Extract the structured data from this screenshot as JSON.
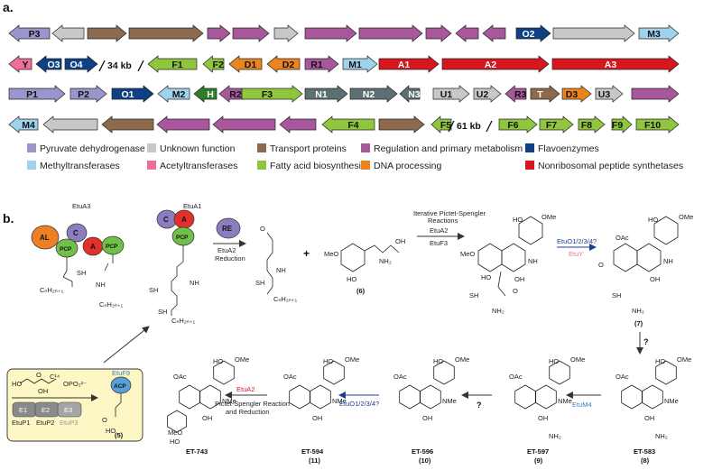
{
  "panel_a": {
    "label": "a.",
    "colors": {
      "pyruvate": "#9a95cc",
      "unknown": "#c8c8c8",
      "transport": "#8d6a4e",
      "regulation": "#a8579c",
      "flavo": "#0f3f85",
      "methyl": "#9fd2ec",
      "acetyl": "#ef6e97",
      "fatty": "#90c63e",
      "dna": "#e9841f",
      "nrps": "#d6171d",
      "teal": "#5c6f72",
      "darkgreen": "#2f7d2a"
    },
    "rows": [
      [
        {
          "label": "P3",
          "dir": "L",
          "color": "pyruvate"
        },
        {
          "label": "",
          "dir": "L",
          "color": "unknown"
        },
        {
          "label": "",
          "dir": "R",
          "color": "transport"
        },
        {
          "label": "",
          "dir": "R",
          "color": "transport"
        },
        {
          "label": "",
          "dir": "R",
          "color": "regulation"
        },
        {
          "label": "",
          "dir": "R",
          "color": "regulation"
        },
        {
          "label": "",
          "dir": "R",
          "color": "unknown"
        },
        {
          "label": "",
          "dir": "R",
          "color": "regulation"
        },
        {
          "label": "",
          "dir": "R",
          "color": "regulation"
        },
        {
          "label": "",
          "dir": "R",
          "color": "regulation"
        },
        {
          "label": "",
          "dir": "L",
          "color": "regulation"
        },
        {
          "label": "",
          "dir": "L",
          "color": "regulation"
        },
        {
          "label": "O2",
          "dir": "R",
          "color": "flavo"
        },
        {
          "label": "",
          "dir": "R",
          "color": "unknown"
        },
        {
          "label": "M3",
          "dir": "R",
          "color": "methyl"
        }
      ],
      [
        {
          "label": "Y",
          "dir": "L",
          "color": "acetyl"
        },
        {
          "label": "O3",
          "dir": "L",
          "color": "flavo"
        },
        {
          "label": "O4",
          "dir": "R",
          "color": "flavo"
        },
        {
          "label": "F1",
          "dir": "L",
          "color": "fatty"
        },
        {
          "label": "F2",
          "dir": "L",
          "color": "fatty"
        },
        {
          "label": "D1",
          "dir": "L",
          "color": "dna"
        },
        {
          "label": "D2",
          "dir": "L",
          "color": "dna"
        },
        {
          "label": "R1",
          "dir": "R",
          "color": "regulation"
        },
        {
          "label": "M1",
          "dir": "R",
          "color": "methyl"
        },
        {
          "label": "A1",
          "dir": "R",
          "color": "nrps"
        },
        {
          "label": "A2",
          "dir": "R",
          "color": "nrps"
        },
        {
          "label": "A3",
          "dir": "R",
          "color": "nrps"
        }
      ],
      [
        {
          "label": "P1",
          "dir": "R",
          "color": "pyruvate"
        },
        {
          "label": "P2",
          "dir": "R",
          "color": "pyruvate"
        },
        {
          "label": "O1",
          "dir": "R",
          "color": "flavo"
        },
        {
          "label": "M2",
          "dir": "L",
          "color": "methyl"
        },
        {
          "label": "H",
          "dir": "L",
          "color": "darkgreen"
        },
        {
          "label": "R2",
          "dir": "L",
          "color": "regulation"
        },
        {
          "label": "F3",
          "dir": "R",
          "color": "fatty"
        },
        {
          "label": "N1",
          "dir": "R",
          "color": "teal"
        },
        {
          "label": "N2",
          "dir": "R",
          "color": "teal"
        },
        {
          "label": "N3",
          "dir": "L",
          "color": "teal"
        },
        {
          "label": "U1",
          "dir": "R",
          "color": "unknown"
        },
        {
          "label": "U2",
          "dir": "R",
          "color": "unknown"
        },
        {
          "label": "R3",
          "dir": "L",
          "color": "regulation"
        },
        {
          "label": "T",
          "dir": "R",
          "color": "transport"
        },
        {
          "label": "D3",
          "dir": "R",
          "color": "dna"
        },
        {
          "label": "U3",
          "dir": "R",
          "color": "unknown"
        },
        {
          "label": "",
          "dir": "R",
          "color": "regulation"
        }
      ],
      [
        {
          "label": "M4",
          "dir": "L",
          "color": "methyl"
        },
        {
          "label": "",
          "dir": "L",
          "color": "unknown"
        },
        {
          "label": "",
          "dir": "L",
          "color": "transport"
        },
        {
          "label": "",
          "dir": "L",
          "color": "regulation"
        },
        {
          "label": "",
          "dir": "L",
          "color": "regulation"
        },
        {
          "label": "",
          "dir": "L",
          "color": "regulation"
        },
        {
          "label": "F4",
          "dir": "L",
          "color": "fatty"
        },
        {
          "label": "",
          "dir": "R",
          "color": "transport"
        },
        {
          "label": "F5",
          "dir": "L",
          "color": "fatty"
        },
        {
          "label": "F6",
          "dir": "R",
          "color": "fatty"
        },
        {
          "label": "F7",
          "dir": "R",
          "color": "fatty"
        },
        {
          "label": "F8",
          "dir": "R",
          "color": "fatty"
        },
        {
          "label": "F9",
          "dir": "R",
          "color": "fatty"
        },
        {
          "label": "F10",
          "dir": "R",
          "color": "fatty"
        }
      ]
    ],
    "breaks": [
      "34 kb",
      "61 kb"
    ],
    "legend": [
      {
        "label": "Pyruvate dehydrogenase",
        "color": "pyruvate"
      },
      {
        "label": "Unknown function",
        "color": "unknown"
      },
      {
        "label": "Transport proteins",
        "color": "transport"
      },
      {
        "label": "Regulation and primary metabolism",
        "color": "regulation"
      },
      {
        "label": "Flavoenzymes",
        "color": "flavo"
      },
      {
        "label": "Methyltransferases",
        "color": "methyl"
      },
      {
        "label": "Acetyltransferases",
        "color": "acetyl"
      },
      {
        "label": "Fatty acid biosynthesis",
        "color": "fatty"
      },
      {
        "label": "DNA processing",
        "color": "dna"
      },
      {
        "label": "Nonribosomal peptide synthetases",
        "color": "nrps"
      }
    ]
  },
  "panel_b": {
    "label": "b.",
    "etuA3": "EtuA3",
    "etuA1": "EtuA1",
    "domains": {
      "AL": "AL",
      "C": "C",
      "A": "A",
      "PCP": "PCP",
      "RE": "RE",
      "ACP": "ACP"
    },
    "chain1": "CₙH₂ₙ₊₁",
    "chain2": "CₙH₂ₙ₊₁",
    "chain3": "CₙH₂ₙ₊₁",
    "chain4": "CₙH₂ₙ₊₁",
    "sh": "SH",
    "nh": "NH",
    "o": "O",
    "reduction_enzyme": "EtuA2",
    "reduction_label": "Reduction",
    "ps_title1": "Iterative Pictet-Spengler",
    "ps_title2": "Reactions",
    "etuA2b": "EtuA2",
    "etuF3": "EtuF3",
    "oxid_label": "EtuO1/2/3/4?",
    "etuY": "EtuY",
    "q": "?",
    "q2": "?",
    "etuM4": "EtuM4",
    "oxid_label2": "EtuO1/2/3/4?",
    "etuA2c": "EtuA2",
    "ps2_l1": "Pictet-Spengler Reaction",
    "ps2_l2": "and Reduction",
    "compound6": "(6)",
    "meo": "MeO",
    "ho": "HO",
    "nh2": "NH₂",
    "oh": "OH",
    "plus": "+",
    "ome": "OMe",
    "oac": "OAc",
    "nme": "NMe",
    "c7": "(7)",
    "et583": "ET-583",
    "c8": "(8)",
    "et597": "ET-597",
    "c9": "(9)",
    "et596": "ET-596",
    "c10": "(10)",
    "et594": "ET-594",
    "c11": "(11)",
    "et743": "ET-743",
    "box": {
      "phosphate": "OPO₃²⁻",
      "c14": "C¹⁴",
      "e1": "E1",
      "e2": "E2",
      "e3": "E3",
      "etuP1": "EtuP1",
      "etuP2": "EtuP2",
      "etuP3": "EtuP3",
      "etuF9": "EtuF9",
      "c5": "(5)"
    }
  }
}
